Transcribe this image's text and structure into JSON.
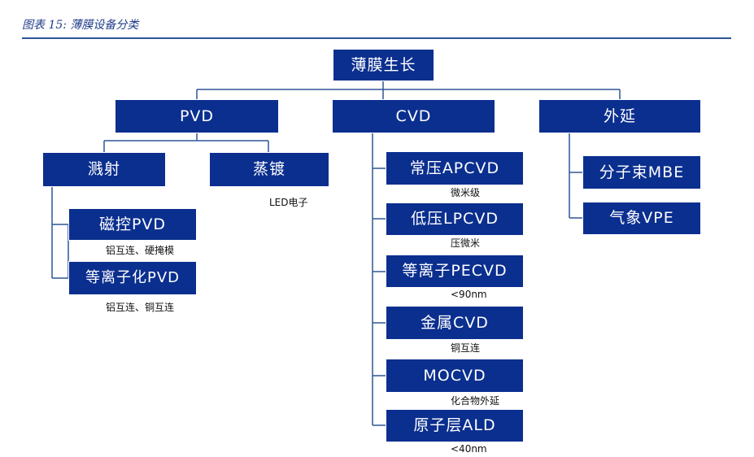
{
  "caption": "图表 15: 薄膜设备分类",
  "nodes": {
    "root": "薄膜生长",
    "pvd": "PVD",
    "cvd": "CVD",
    "epitaxy": "外延",
    "sputtering": "溅射",
    "evaporation": "蒸镀",
    "magnetron": "磁控PVD",
    "plasma_pvd": "等离子化PVD",
    "apcvd": "常压APCVD",
    "lpcvd": "低压LPCVD",
    "pecvd": "等离子PECVD",
    "metal_cvd": "金属CVD",
    "mocvd": "MOCVD",
    "ald": "原子层ALD",
    "mbe": "分子束MBE",
    "vpe": "气象VPE"
  },
  "notes": {
    "evaporation": "LED电子",
    "magnetron": "铝互连、硬掩模",
    "plasma_pvd": "铝互连、铜互连",
    "apcvd": "微米级",
    "lpcvd": "压微米",
    "pecvd": "<90nm",
    "metal_cvd": "铜互连",
    "mocvd": "化合物外延",
    "ald": "<40nm"
  },
  "colors": {
    "box_fill": "#0b2f8f",
    "line": "#2e5597",
    "caption": "#1f3d8a"
  }
}
